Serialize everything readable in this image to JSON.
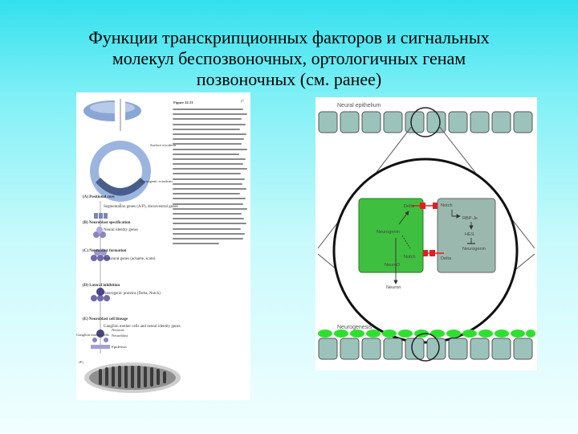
{
  "slide": {
    "title_lines": [
      "Функции транскрипционных факторов и сигнальных",
      "молекул беспозвоночных, ортологичных генам",
      "позвоночных (см. ранее)"
    ]
  },
  "scan": {
    "page_number": "(7",
    "figure_caption": "Figure 22.13",
    "top_labels": {
      "surface_ectoderm": "Surface ectoderm",
      "neurogenic_ectoderm": "Neurogenic ectoderm"
    },
    "steps": [
      {
        "marker": "(A)",
        "title": "Positional cues",
        "text": "Segmentation genes (A/P), dorsoventral genes"
      },
      {
        "marker": "(B)",
        "title": "Neuroblast specification",
        "text": "Neural identity genes"
      },
      {
        "marker": "(C)",
        "title": "Neuroblast formation",
        "text": "Proneural genes (achaete, scute)"
      },
      {
        "marker": "(D)",
        "title": "Lateral inhibition",
        "text": "Neurogenic proteins (Delta, Notch)"
      },
      {
        "marker": "(E)",
        "title": "Neuroblast cell lineage",
        "text": "Ganglion mother cells and neural identity genes"
      }
    ],
    "lineage_labels": {
      "ganglion_mother_cells": "Ganglion mother cells",
      "neurons": "Neurons",
      "neuroblast": "Neuroblast",
      "epidermis": "Epidermis"
    },
    "bottom_marker": "(F)"
  },
  "diagram": {
    "top_label": "Neural epithelium",
    "bottom_label": "Neurogenesis",
    "left_cell": {
      "fill": "#3fbf3f",
      "labels": [
        "Delta",
        "Neurogenin",
        "Notch",
        "NeuroD"
      ]
    },
    "right_cell": {
      "fill": "#9ab8ae",
      "labels": [
        "Notch",
        "RBP-Jκ",
        "HES",
        "Neurogenin",
        "Delta"
      ]
    },
    "output_label": "Neuron",
    "colors": {
      "teal_cell": "#9cc3bb",
      "green_cell": "#2ee02e",
      "signal": "#e02020"
    }
  }
}
